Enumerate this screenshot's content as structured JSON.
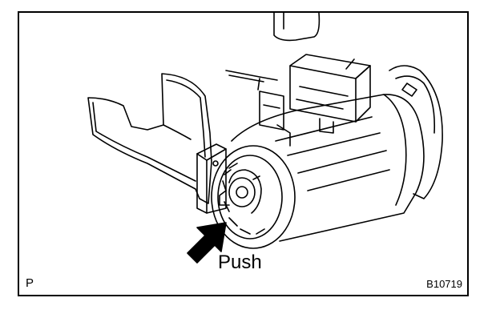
{
  "diagram": {
    "callout": "Push",
    "corner_left": "P",
    "corner_right": "B10719"
  },
  "colors": {
    "line": "#000000",
    "background": "#ffffff"
  }
}
